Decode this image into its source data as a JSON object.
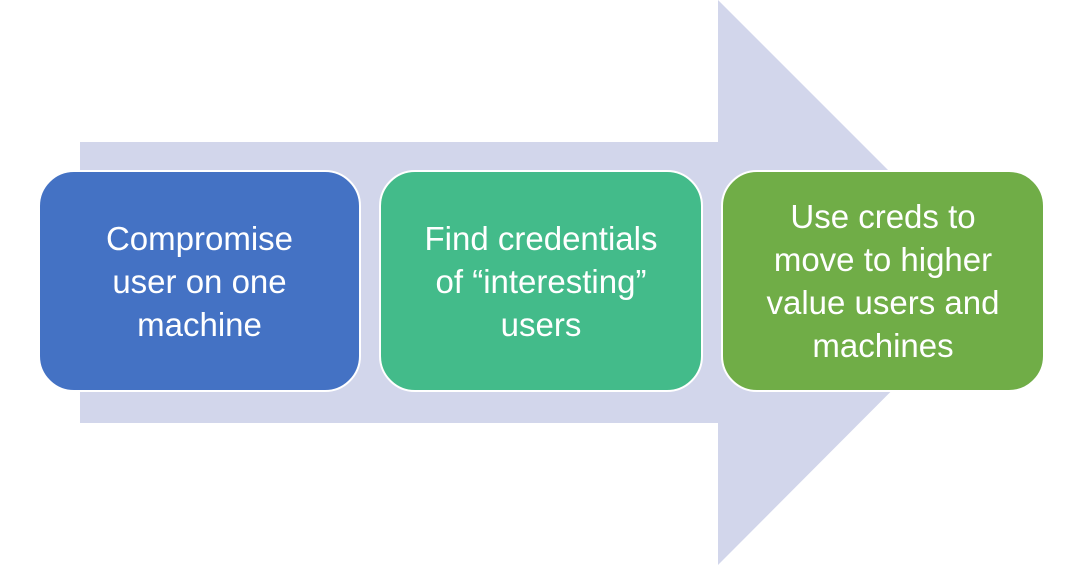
{
  "colors": {
    "arrow": "#d2d6eb",
    "step_1": "#4472c4",
    "step_2": "#43bb8a",
    "step_3": "#70ad47"
  },
  "steps": [
    {
      "text": "Compromise\nuser on one\nmachine"
    },
    {
      "text": "Find credentials\nof “interesting”\nusers"
    },
    {
      "text": "Use creds to\nmove to higher\nvalue users and\nmachines"
    }
  ]
}
